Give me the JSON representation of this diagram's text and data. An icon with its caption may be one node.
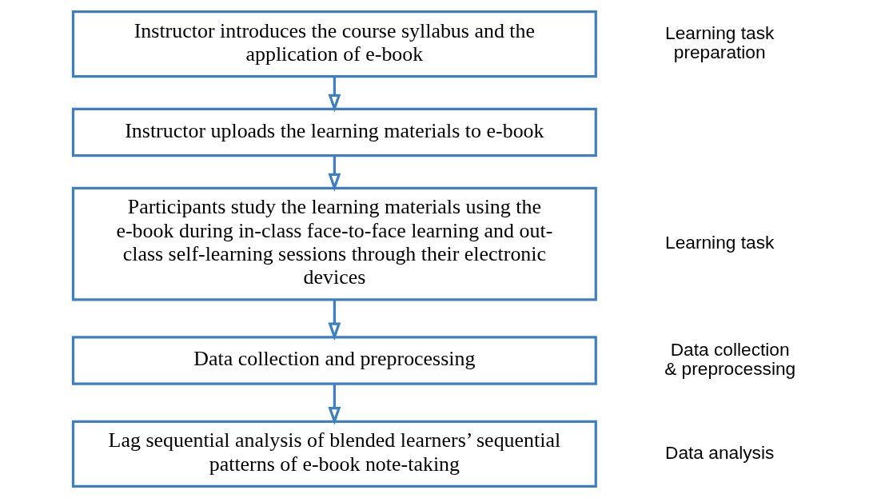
{
  "diagram": {
    "nodes": [
      {
        "text": [
          "Instructor introduces the course syllabus and the application of e-book"
        ]
      },
      {
        "text": [
          "Instructor uploads the learning materials to e-book"
        ]
      },
      {
        "text": [
          "Participants study the learning materials using the e-book during in-class face-to-face learning and out-class self-learning sessions through their electronic devices"
        ]
      },
      {
        "text": [
          "Data collection and preprocessing"
        ]
      },
      {
        "text": [
          "Lag sequential analysis of blended learners’ sequential patterns of e-book note-taking"
        ]
      }
    ],
    "edges": [
      {
        "from": 0,
        "to": 1,
        "arrow": "to"
      },
      {
        "from": 1,
        "to": 2,
        "arrow": "to"
      },
      {
        "from": 2,
        "to": 3,
        "arrow": "to"
      },
      {
        "from": 3,
        "to": 4,
        "arrow": "to"
      }
    ],
    "labels": [
      "Learning task preparation",
      "Learning task",
      "Data collection & preprocessing",
      "Data analysis"
    ]
  }
}
